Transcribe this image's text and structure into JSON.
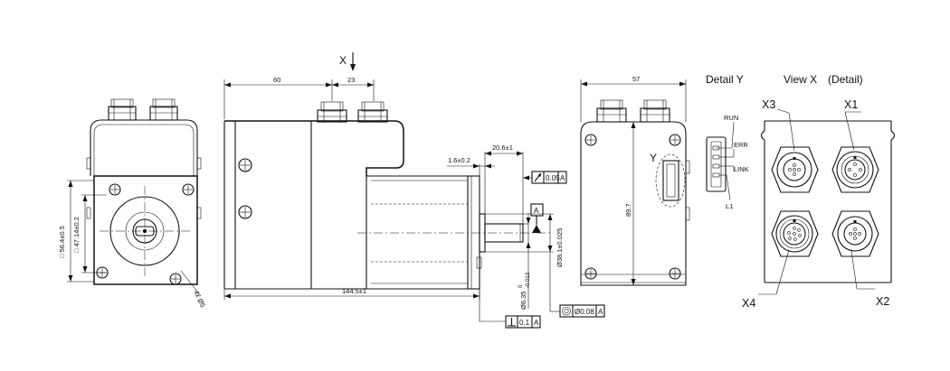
{
  "dimensions": {
    "d60": "60",
    "d23": "23",
    "d57": "57",
    "d20_6": "20.6±1",
    "d1_6": "1.6±0.2",
    "d144_5": "144.5±1",
    "d89_7": "89.7",
    "d38_1": "Ø38.1±0.025",
    "d56_4": "□ 56.4±0.5",
    "d47_14": "□ 47.14±0.2",
    "holes": "4x Ø5",
    "shaft_main": "Ø6.35",
    "shaft_tol_upper": "0",
    "shaft_tol_lower": "-0.013"
  },
  "tolerances": {
    "runout_value": "0.05",
    "runout_ref": "A",
    "datum": "A",
    "perp_value": "0.1",
    "perp_ref": "A",
    "conc_value": "Ø0.08",
    "conc_ref": "A"
  },
  "views": {
    "x_arrow": "X",
    "y_callout": "Y",
    "detail_y": "Detail Y",
    "view_x": "View X",
    "view_x_sub": "(Detail)"
  },
  "leds": {
    "run": "RUN",
    "err": "ERR",
    "link": "LINK",
    "l1": "L1"
  },
  "connectors": {
    "x1": "X1",
    "x2": "X2",
    "x3": "X3",
    "x4": "X4"
  }
}
